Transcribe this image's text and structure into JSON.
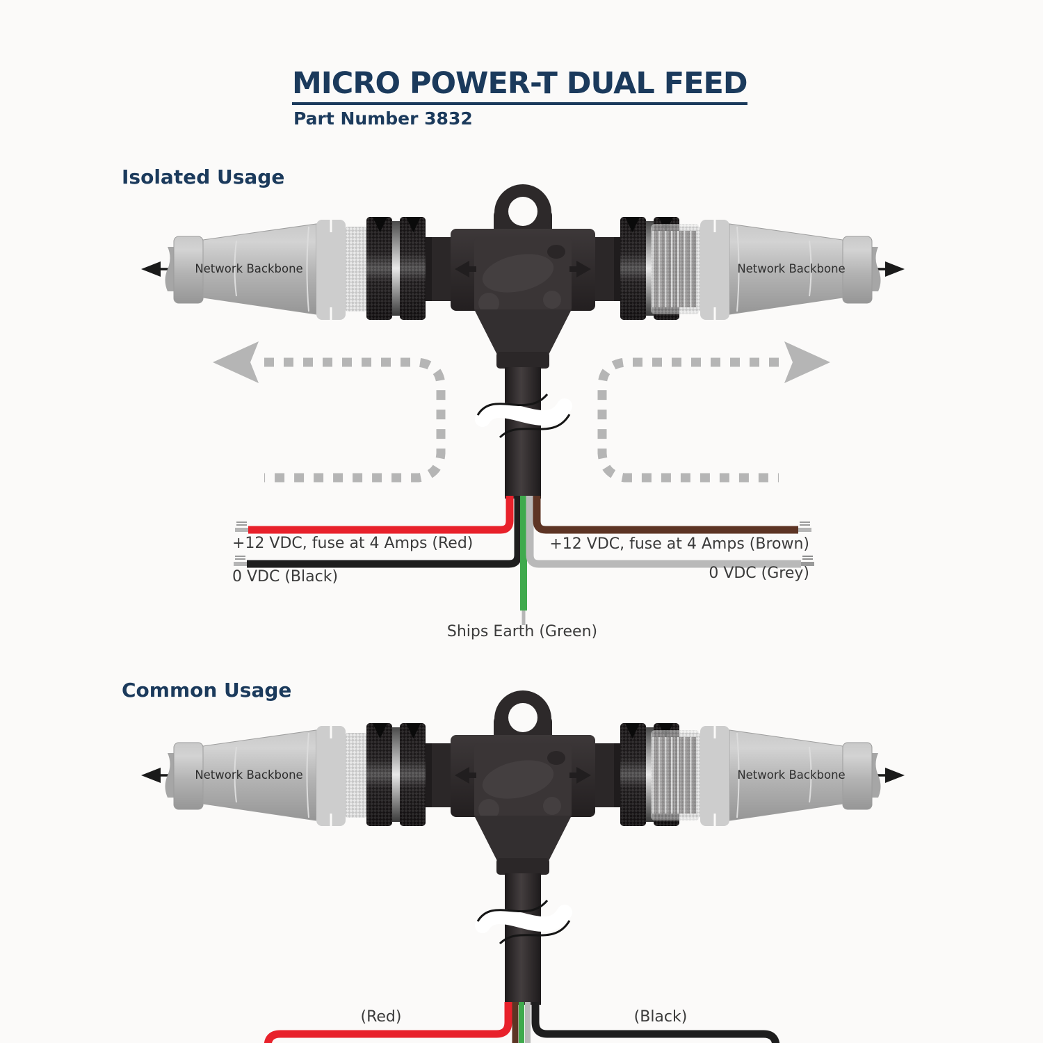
{
  "header": {
    "title": "MICRO POWER-T DUAL FEED",
    "subtitle": "Part Number 3832"
  },
  "sections": {
    "isolated": {
      "heading": "Isolated Usage",
      "backbone_left": "Network Backbone",
      "backbone_right": "Network Backbone",
      "wire_labels": {
        "red": "+12 VDC, fuse at 4 Amps (Red)",
        "black": "0 VDC (Black)",
        "brown": "+12 VDC, fuse at 4 Amps (Brown)",
        "grey": "0 VDC (Grey)",
        "green": "Ships Earth (Green)"
      }
    },
    "common": {
      "heading": "Common Usage",
      "backbone_left": "Network Backbone",
      "backbone_right": "Network Backbone",
      "wire_labels": {
        "red": "(Red)",
        "black": "(Black)"
      }
    }
  },
  "wire_colors": {
    "red": "#e8212b",
    "black": "#1e1e1e",
    "green": "#3faa4d",
    "grey": "#b9b9b9",
    "brown": "#5d3424"
  },
  "colors": {
    "heading": "#1b3a5c",
    "label_text": "#3b3b3b",
    "connector_grey": "#b5b5b5",
    "connector_dark": "#332f30",
    "dashed_arrow": "#b5b5b5"
  }
}
